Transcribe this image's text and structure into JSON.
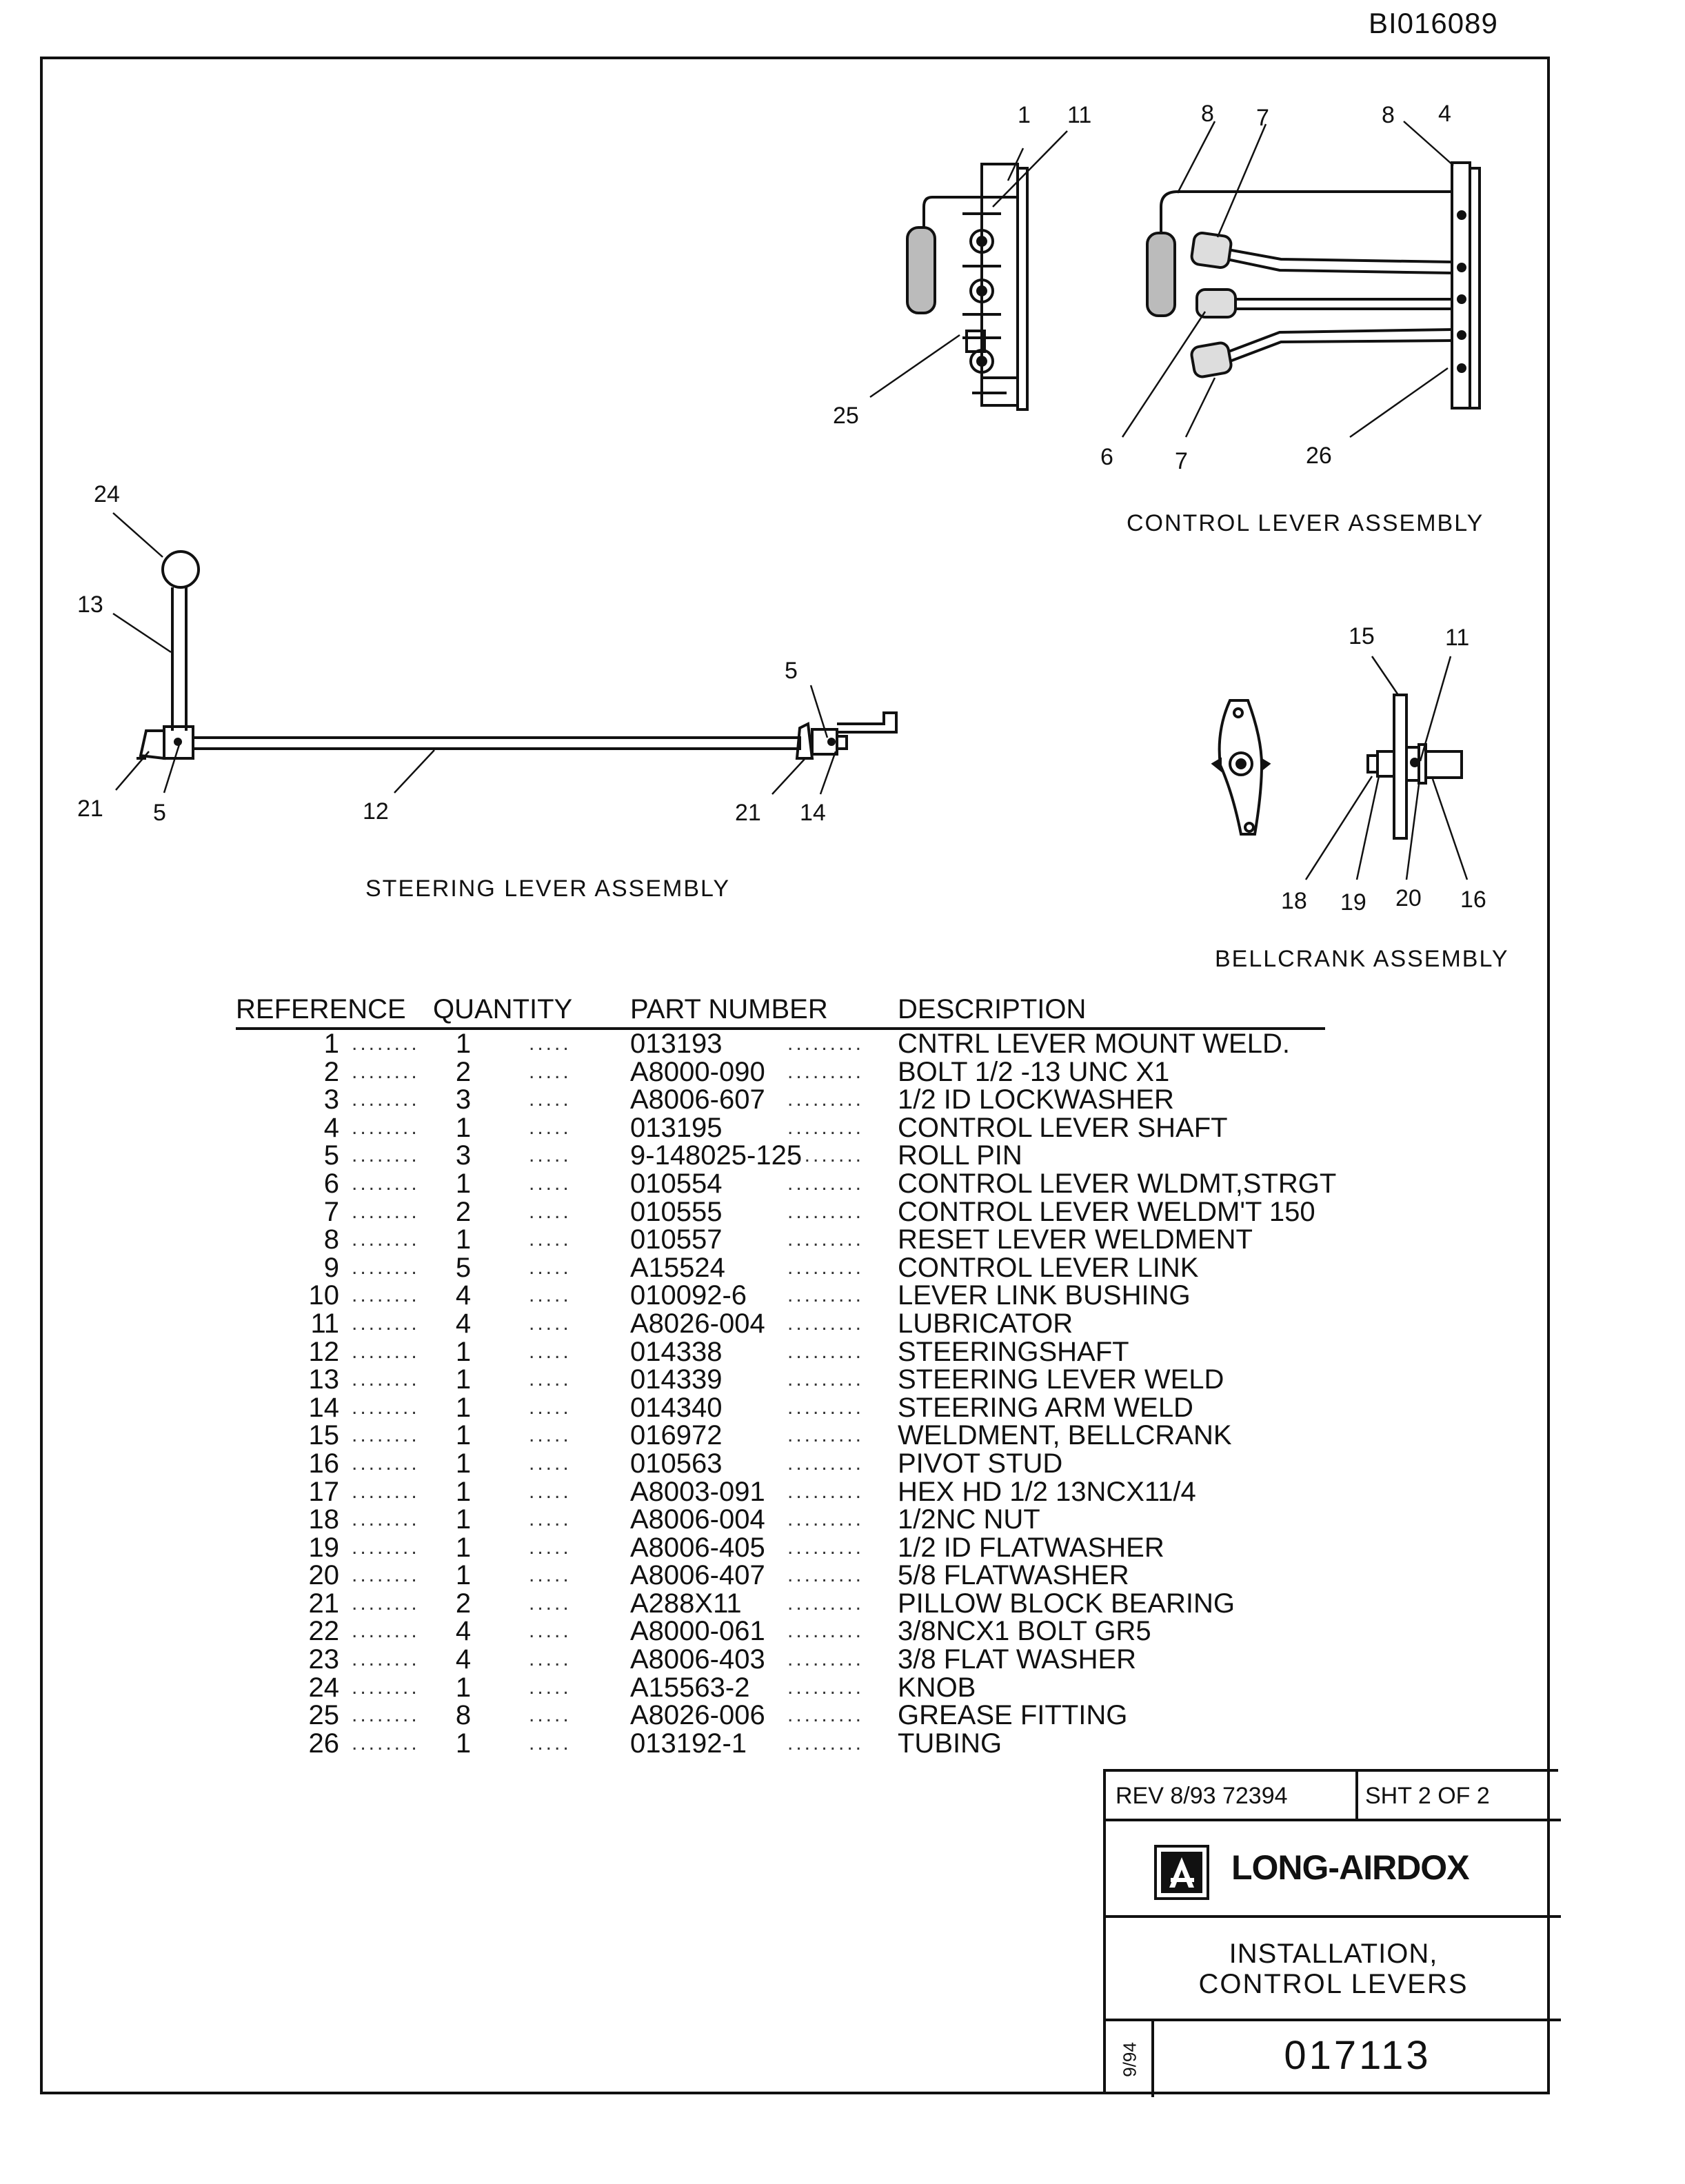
{
  "document": {
    "doc_id": "BI016089"
  },
  "views": {
    "control_lever_caption": "CONTROL LEVER ASSEMBLY",
    "steering_lever_caption": "STEERING LEVER ASSEMBLY",
    "bellcrank_caption": "BELLCRANK ASSEMBLY"
  },
  "callouts": {
    "cl_1": "1",
    "cl_11": "11",
    "cl_25": "25",
    "cl_8a": "8",
    "cl_7a": "7",
    "cl_8b": "8",
    "cl_4": "4",
    "cl_6": "6",
    "cl_7b": "7",
    "cl_26": "26",
    "st_24": "24",
    "st_13": "13",
    "st_5a": "5",
    "st_21a": "21",
    "st_5b": "5",
    "st_12": "12",
    "st_21b": "21",
    "st_14": "14",
    "bc_15": "15",
    "bc_11": "11",
    "bc_18": "18",
    "bc_19": "19",
    "bc_20": "20",
    "bc_16": "16"
  },
  "parts_table": {
    "headers": {
      "reference": "REFERENCE",
      "quantity": "QUANTITY",
      "part_number": "PART NUMBER",
      "description": "DESCRIPTION"
    },
    "rows": [
      {
        "ref": "1",
        "qty": "1",
        "part": "013193",
        "desc": "CNTRL LEVER MOUNT WELD."
      },
      {
        "ref": "2",
        "qty": "2",
        "part": "A8000-090",
        "desc": "BOLT 1/2 -13 UNC X1"
      },
      {
        "ref": "3",
        "qty": "3",
        "part": "A8006-607",
        "desc": "1/2 ID LOCKWASHER"
      },
      {
        "ref": "4",
        "qty": "1",
        "part": "013195",
        "desc": "CONTROL LEVER SHAFT"
      },
      {
        "ref": "5",
        "qty": "3",
        "part": "9-148025-125",
        "desc": "ROLL PIN"
      },
      {
        "ref": "6",
        "qty": "1",
        "part": "010554",
        "desc": "CONTROL LEVER WLDMT,STRGT"
      },
      {
        "ref": "7",
        "qty": "2",
        "part": "010555",
        "desc": "CONTROL LEVER WELDM'T 150"
      },
      {
        "ref": "8",
        "qty": "1",
        "part": "010557",
        "desc": "RESET LEVER WELDMENT"
      },
      {
        "ref": "9",
        "qty": "5",
        "part": "A15524",
        "desc": "CONTROL LEVER LINK"
      },
      {
        "ref": "10",
        "qty": "4",
        "part": "010092-6",
        "desc": "LEVER LINK BUSHING"
      },
      {
        "ref": "11",
        "qty": "4",
        "part": "A8026-004",
        "desc": "LUBRICATOR"
      },
      {
        "ref": "12",
        "qty": "1",
        "part": "014338",
        "desc": "STEERINGSHAFT"
      },
      {
        "ref": "13",
        "qty": "1",
        "part": "014339",
        "desc": "STEERING LEVER WELD"
      },
      {
        "ref": "14",
        "qty": "1",
        "part": "014340",
        "desc": "STEERING ARM WELD"
      },
      {
        "ref": "15",
        "qty": "1",
        "part": "016972",
        "desc": "WELDMENT, BELLCRANK"
      },
      {
        "ref": "16",
        "qty": "1",
        "part": "010563",
        "desc": "PIVOT STUD"
      },
      {
        "ref": "17",
        "qty": "1",
        "part": "A8003-091",
        "desc": "HEX HD 1/2 13NCX11/4"
      },
      {
        "ref": "18",
        "qty": "1",
        "part": "A8006-004",
        "desc": "1/2NC NUT"
      },
      {
        "ref": "19",
        "qty": "1",
        "part": "A8006-405",
        "desc": "1/2 ID FLATWASHER"
      },
      {
        "ref": "20",
        "qty": "1",
        "part": "A8006-407",
        "desc": "5/8 FLATWASHER"
      },
      {
        "ref": "21",
        "qty": "2",
        "part": "A288X11",
        "desc": "PILLOW BLOCK BEARING"
      },
      {
        "ref": "22",
        "qty": "4",
        "part": "A8000-061",
        "desc": "3/8NCX1 BOLT GR5"
      },
      {
        "ref": "23",
        "qty": "4",
        "part": "A8006-403",
        "desc": "3/8 FLAT WASHER"
      },
      {
        "ref": "24",
        "qty": "1",
        "part": "A15563-2",
        "desc": "KNOB"
      },
      {
        "ref": "25",
        "qty": "8",
        "part": "A8026-006",
        "desc": "GREASE FITTING"
      },
      {
        "ref": "26",
        "qty": "1",
        "part": "013192-1",
        "desc": "TUBING"
      }
    ]
  },
  "title_block": {
    "rev": "REV  8/93  72394",
    "sheet": "SHT 2   OF 2",
    "company": "LONG-AIRDOX",
    "title_line1": "INSTALLATION,",
    "title_line2": "CONTROL  LEVERS",
    "date": "9/94",
    "drawing_number": "017113"
  }
}
